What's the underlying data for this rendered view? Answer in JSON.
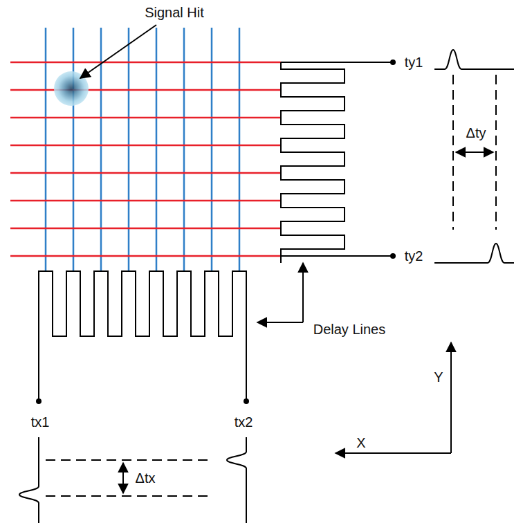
{
  "diagram": {
    "labels": [
      "Signal Hit",
      "ty1",
      "Δty",
      "ty2",
      "Delay Lines",
      "Y",
      "X",
      "tx1",
      "tx2",
      "Δtx"
    ]
  }
}
